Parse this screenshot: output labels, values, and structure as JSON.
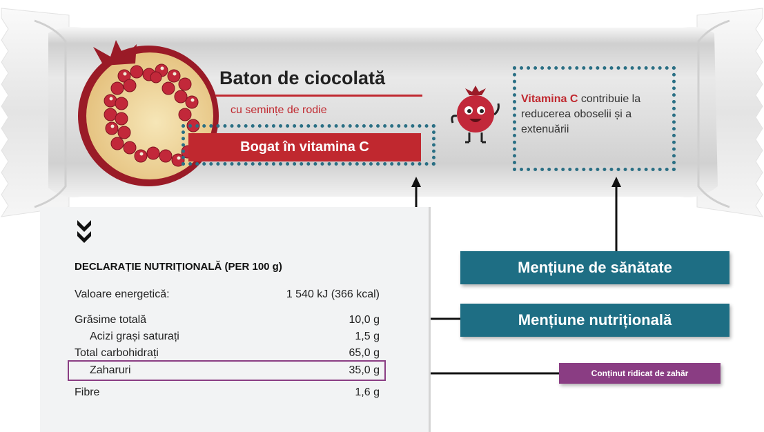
{
  "wrapper": {
    "title": "Baton de ciocolată",
    "subtitle": "cu semințe de rodie",
    "nutrition_claim": "Bogat în vitamina C",
    "health_claim": {
      "highlight": "Vitamina C",
      "text": " contribuie la reducerea oboselii și a extenuării"
    }
  },
  "nutrition_table": {
    "title": "DECLARAȚIE NUTRIȚIONALĂ (PER 100 g)",
    "rows": [
      {
        "label": "Valoare energetică:",
        "value": "1 540 kJ (366 kcal)"
      },
      {
        "label": "Grăsime totală",
        "value": "10,0 g"
      },
      {
        "label": "Acizi grași saturați",
        "value": "1,5 g"
      },
      {
        "label": "Total carbohidrați",
        "value": "65,0 g"
      },
      {
        "label": "Zaharuri",
        "value": "35,0 g"
      },
      {
        "label": "Fibre",
        "value": "1,6 g"
      }
    ]
  },
  "labels": {
    "health_claim": "Mențiune de sănătate",
    "nutrition_claim": "Mențiune nutrițională",
    "high_sugar": "Conținut ridicat de zahăr"
  },
  "colors": {
    "claim_red": "#c0282f",
    "teal": "#1e6e84",
    "purple": "#8a3d83",
    "dotted_border": "#2a6f84"
  },
  "icons": [
    "pomegranate-illustration",
    "pomegranate-mascot-icon",
    "double-chevron-down-icon",
    "arrow-icon"
  ]
}
